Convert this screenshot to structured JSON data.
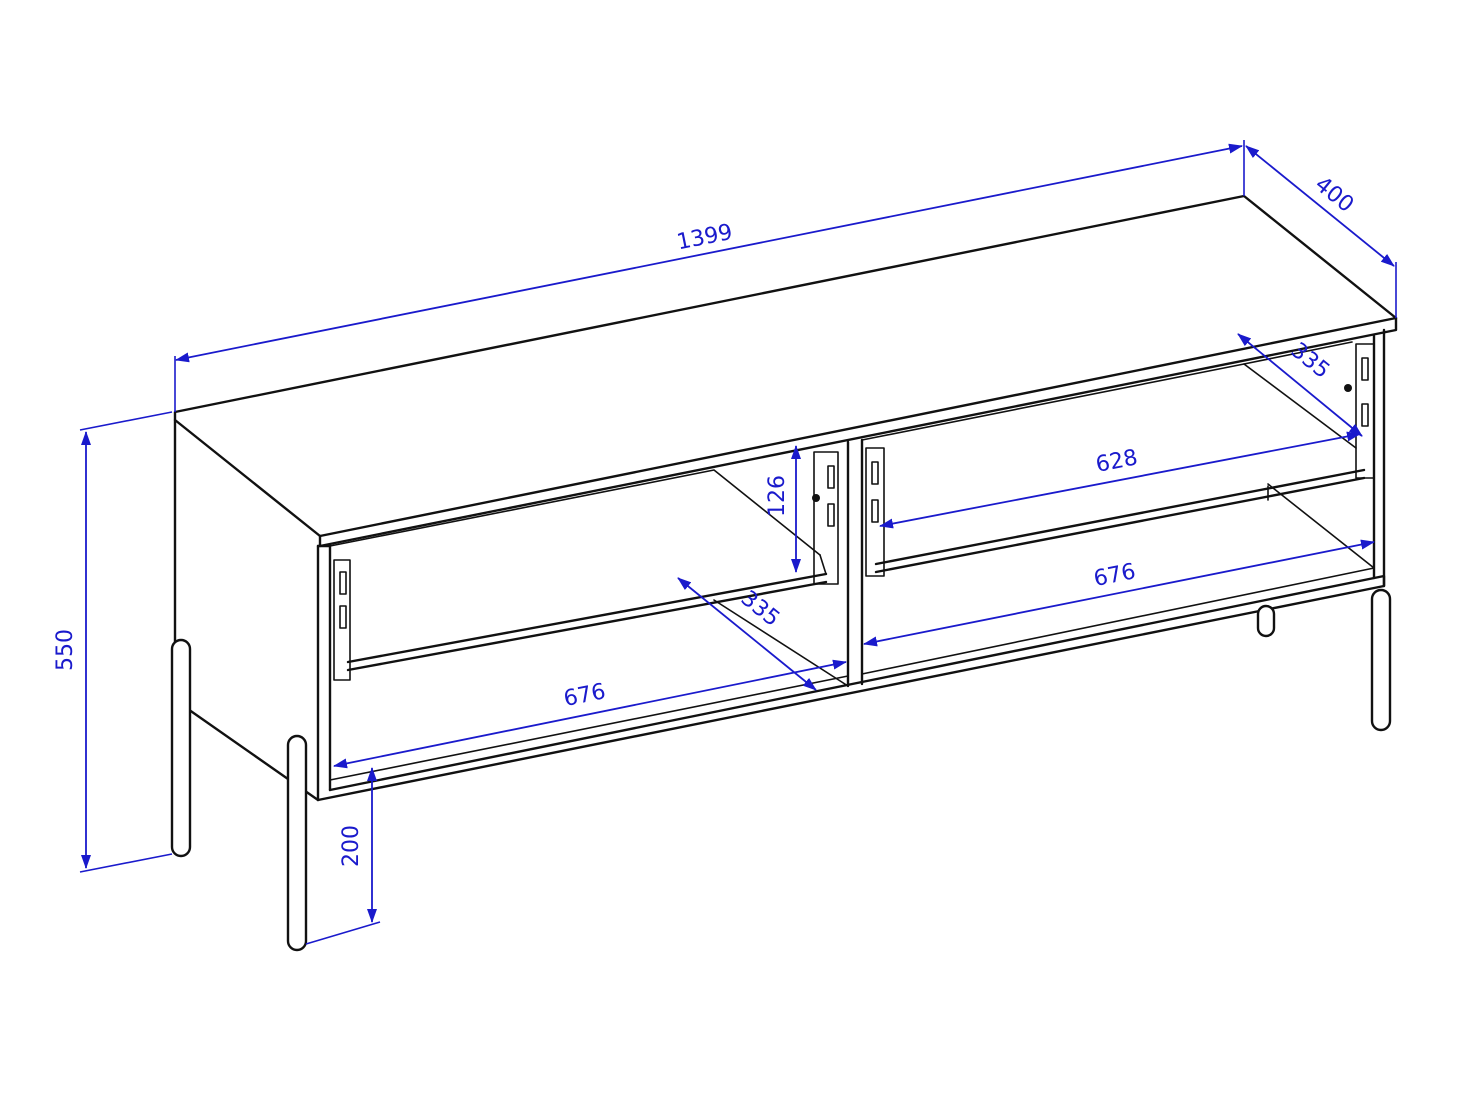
{
  "colors": {
    "dimension": "#1a1acc",
    "outline": "#111111",
    "background": "#ffffff"
  },
  "dimensions": {
    "overall_width": "1399",
    "overall_depth": "400",
    "overall_height": "550",
    "leg_height": "200",
    "left_shelf_gap": "126",
    "right_shelf_width": "628",
    "right_bottom_width": "676",
    "left_bottom_width": "676",
    "right_shelf_depth": "335",
    "left_shelf_depth": "335"
  }
}
